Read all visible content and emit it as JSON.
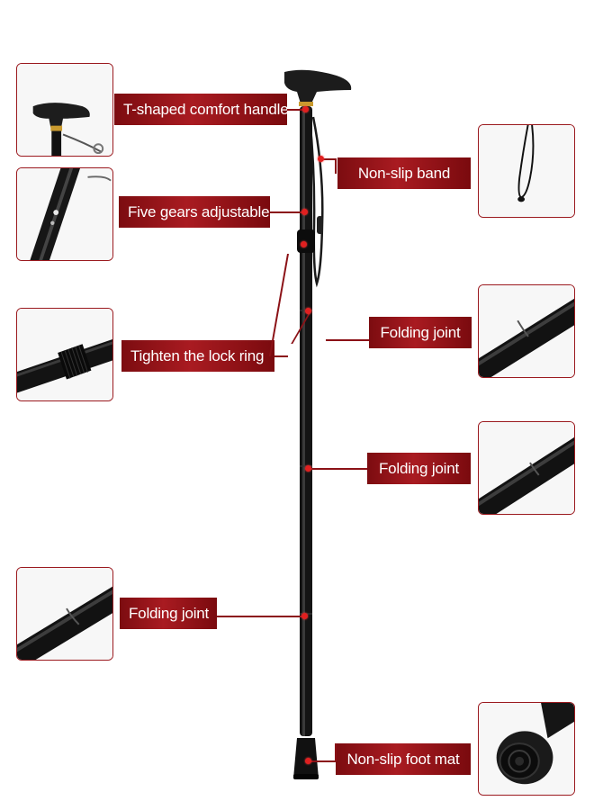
{
  "labels": {
    "handle": "T-shaped comfort handle",
    "band": "Non-slip band",
    "gears": "Five gears adjustable",
    "joint_upper": "Folding joint",
    "lock_ring": "Tighten the lock ring",
    "joint_middle": "Folding joint",
    "joint_lower": "Folding joint",
    "foot_mat": "Non-slip foot mat"
  },
  "colors": {
    "label_bg": "#a91b21",
    "frame": "#9b1a1f",
    "pole": "#111111",
    "accent_dot": "#e02020"
  },
  "icons": {
    "handle": "cane-handle-icon",
    "band": "wrist-strap-icon",
    "gears": "adjust-holes-icon",
    "lock_ring": "lock-ring-icon",
    "joint": "folding-joint-icon",
    "foot": "rubber-tip-icon"
  }
}
